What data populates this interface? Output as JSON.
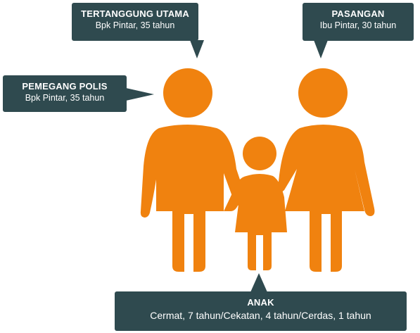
{
  "colors": {
    "figure": "#f0820f",
    "callout": "#2f4a4f",
    "text": "#ffffff"
  },
  "icons": {
    "family": "family-silhouette-icon"
  },
  "callouts": {
    "tertanggung_utama": {
      "title": "TERTANGGUNG UTAMA",
      "subtitle": "Bpk Pintar, 35 tahun"
    },
    "pasangan": {
      "title": "PASANGAN",
      "subtitle": "Ibu Pintar, 30 tahun"
    },
    "pemegang_polis": {
      "title": "PEMEGANG POLIS",
      "subtitle": "Bpk Pintar, 35 tahun"
    },
    "anak": {
      "title": "ANAK",
      "subtitle": "Cermat, 7 tahun/Cekatan, 4 tahun/Cerdas, 1 tahun"
    }
  }
}
